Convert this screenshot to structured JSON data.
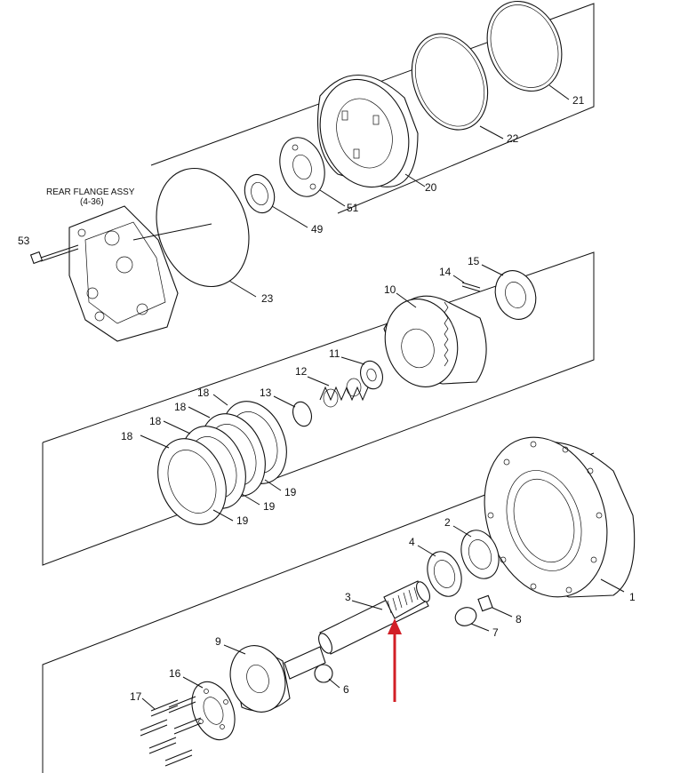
{
  "header": {
    "rear_flange_title": "REAR FLANGE ASSY",
    "rear_flange_ref": "(4-36)"
  },
  "callouts": {
    "c1": "1",
    "c2": "2",
    "c3": "3",
    "c4": "4",
    "c6": "6",
    "c7": "7",
    "c8": "8",
    "c9": "9",
    "c10": "10",
    "c11": "11",
    "c12": "12",
    "c13": "13",
    "c14": "14",
    "c15": "15",
    "c16": "16",
    "c17": "17",
    "c18a": "18",
    "c18b": "18",
    "c18c": "18",
    "c18d": "18",
    "c19a": "19",
    "c19b": "19",
    "c19c": "19",
    "c20": "20",
    "c21": "21",
    "c22": "22",
    "c23": "23",
    "c49": "49",
    "c51": "51",
    "c53": "53"
  },
  "colors": {
    "line": "#111111",
    "arrow": "#d21f26",
    "background": "#ffffff"
  },
  "highlight": {
    "target_callout": "3",
    "arrow_icon": "red-up-arrow-icon"
  }
}
